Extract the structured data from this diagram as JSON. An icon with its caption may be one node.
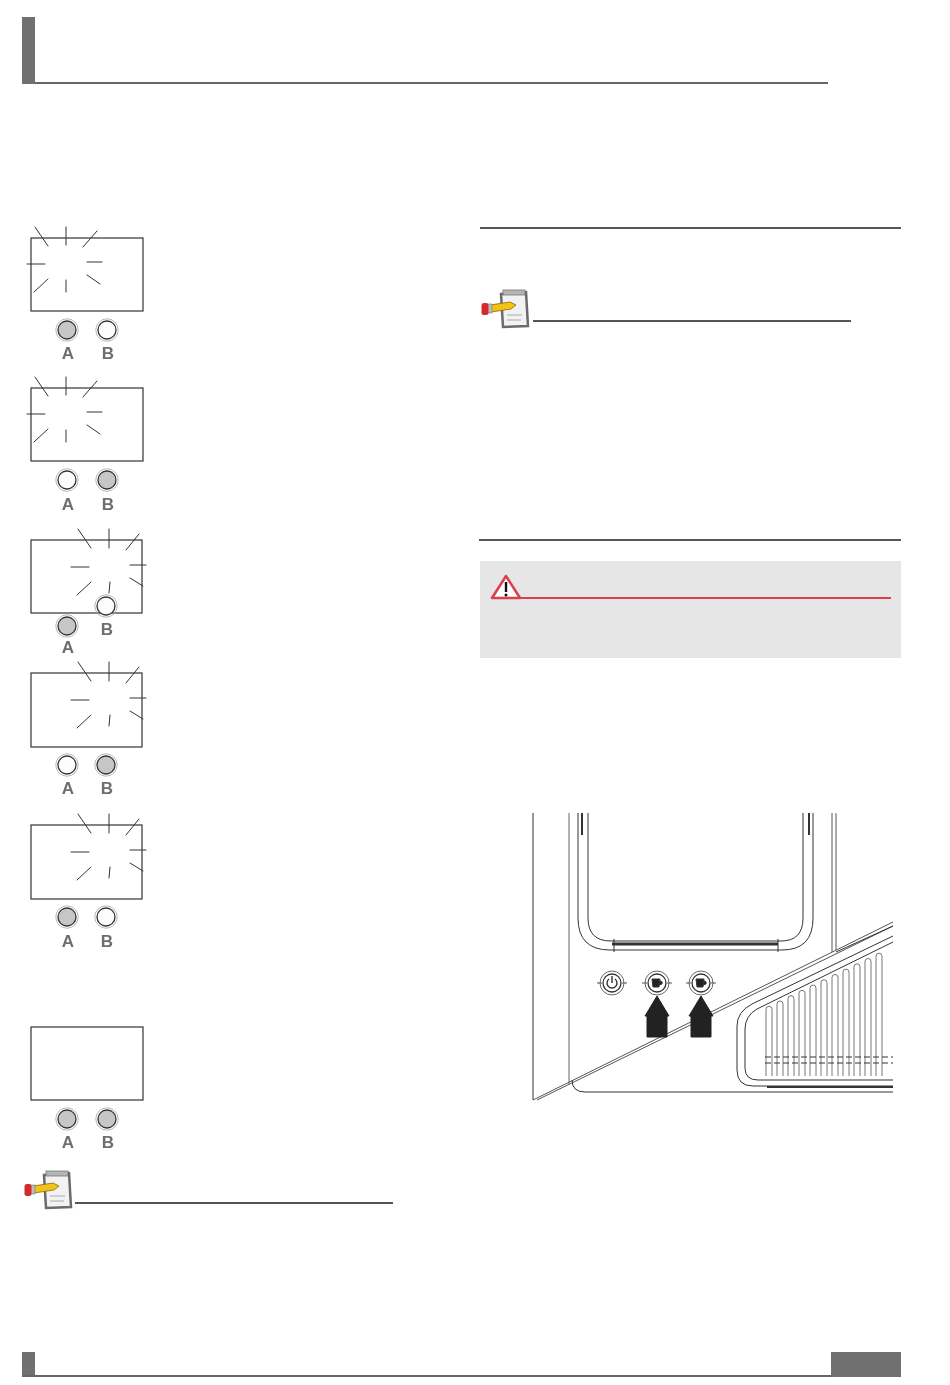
{
  "diagram": {
    "labels": [
      "A",
      "B",
      "A",
      "B",
      "B",
      "A",
      "A",
      "B",
      "A",
      "B",
      "A",
      "B"
    ]
  }
}
